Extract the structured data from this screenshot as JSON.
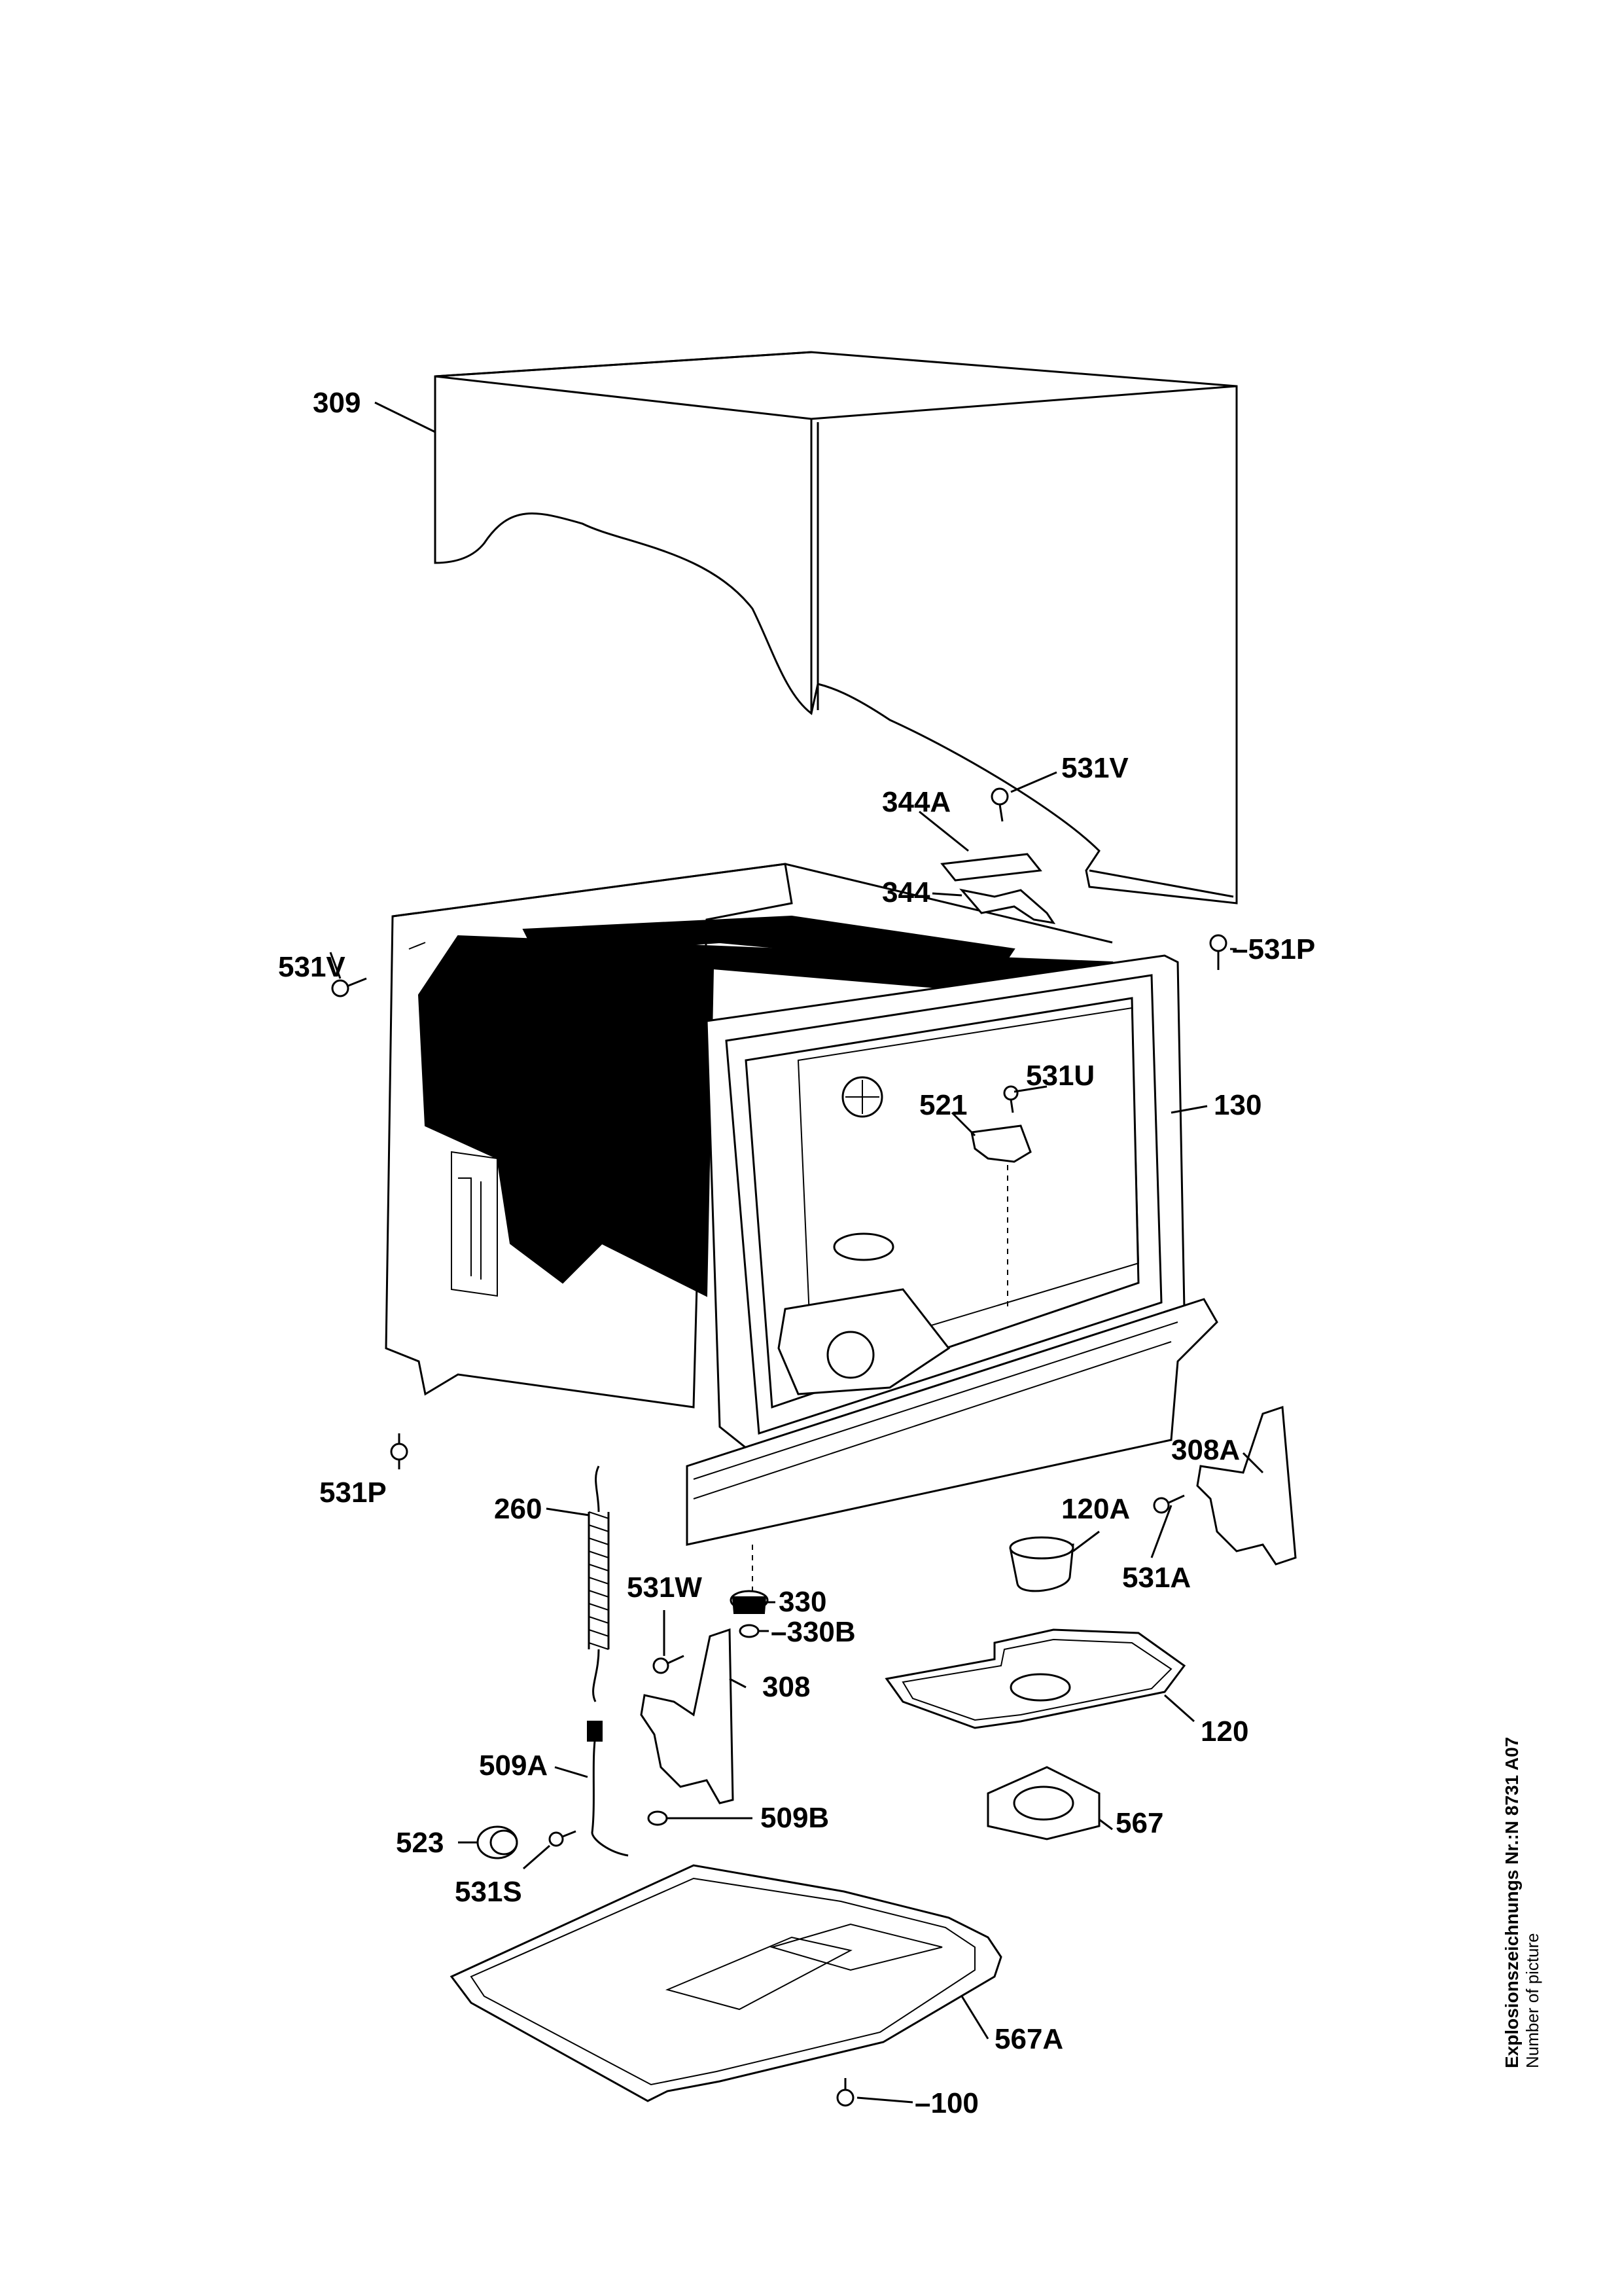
{
  "labels": {
    "l309": "309",
    "l531V_top": "531V",
    "l344A": "344A",
    "l344": "344",
    "l531P_right": "531P",
    "l531V_left": "531V",
    "l531U": "531U",
    "l130": "130",
    "l521": "521",
    "l531P_left": "531P",
    "l260": "260",
    "l308A": "308A",
    "l120A": "120A",
    "l531A": "531A",
    "l531W": "531W",
    "l330": "330",
    "l330B": "330B",
    "l308": "308",
    "l120": "120",
    "l509A": "509A",
    "l509B": "509B",
    "l523": "523",
    "l567": "567",
    "l531S": "531S",
    "l567A": "567A",
    "l100": "100"
  },
  "side_note": {
    "title": "Explosionszeichnungs Nr.:N 8731 A07",
    "subtitle": "Number of picture"
  }
}
